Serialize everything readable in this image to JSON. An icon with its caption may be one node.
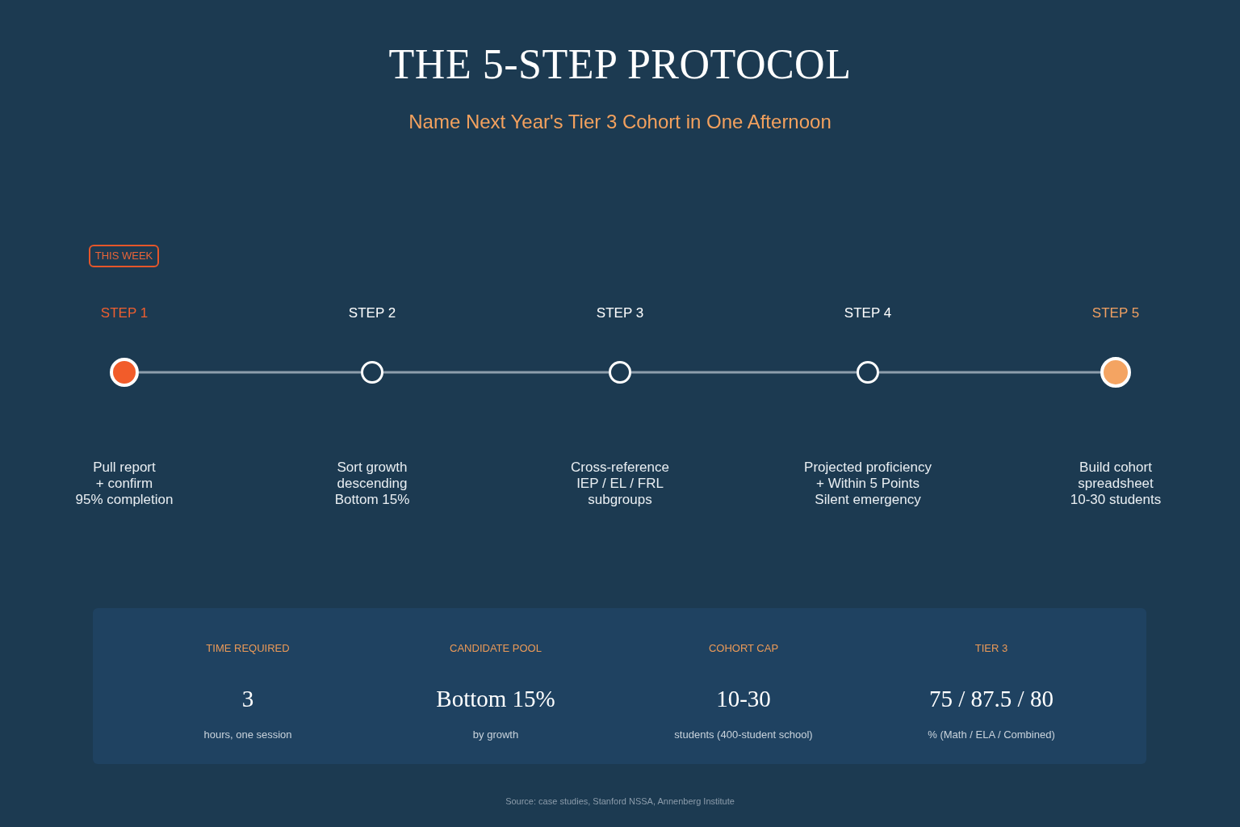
{
  "diagram": {
    "title": "THE 5-STEP PROTOCOL",
    "caption": "Source: case studies, Stanford NSSA, Annenberg Institute",
    "nodes": [
      {
        "text": [
          "THIS WEEK"
        ]
      },
      {
        "text": [
          "STEP 1"
        ]
      },
      {
        "text": [
          "STEP 2"
        ]
      },
      {
        "text": [
          "STEP 3"
        ]
      },
      {
        "text": [
          "STEP 4"
        ]
      },
      {
        "text": [
          "STEP 5"
        ]
      },
      {
        "text": [
          "TIME REQUIRED",
          "3",
          "hours, one session",
          "CANDIDATE POOL",
          "Bottom 15%",
          "by growth",
          "COHORT CAP",
          "10-30",
          "students (400-student school)",
          "TIER 3",
          "75 / 87.5 / 80",
          "% (Math / ELA / Combined)"
        ]
      }
    ],
    "edges": [
      {
        "from": 1,
        "to": 2,
        "arrow": "none"
      },
      {
        "from": 2,
        "to": 3,
        "arrow": "none"
      },
      {
        "from": 3,
        "to": 4,
        "arrow": "none"
      },
      {
        "from": 4,
        "to": 5,
        "arrow": "none"
      }
    ],
    "labels": [
      "Name Next Year's Tier 3 Cohort in One Afternoon",
      "Pull report + confirm 95% completion",
      "Sort growth descending Bottom 15%",
      "Cross-reference IEP / EL / FRL subgroups",
      "Projected proficiency + Within 5 Points Silent emergency",
      "Build cohort spreadsheet 10-30 students"
    ]
  }
}
